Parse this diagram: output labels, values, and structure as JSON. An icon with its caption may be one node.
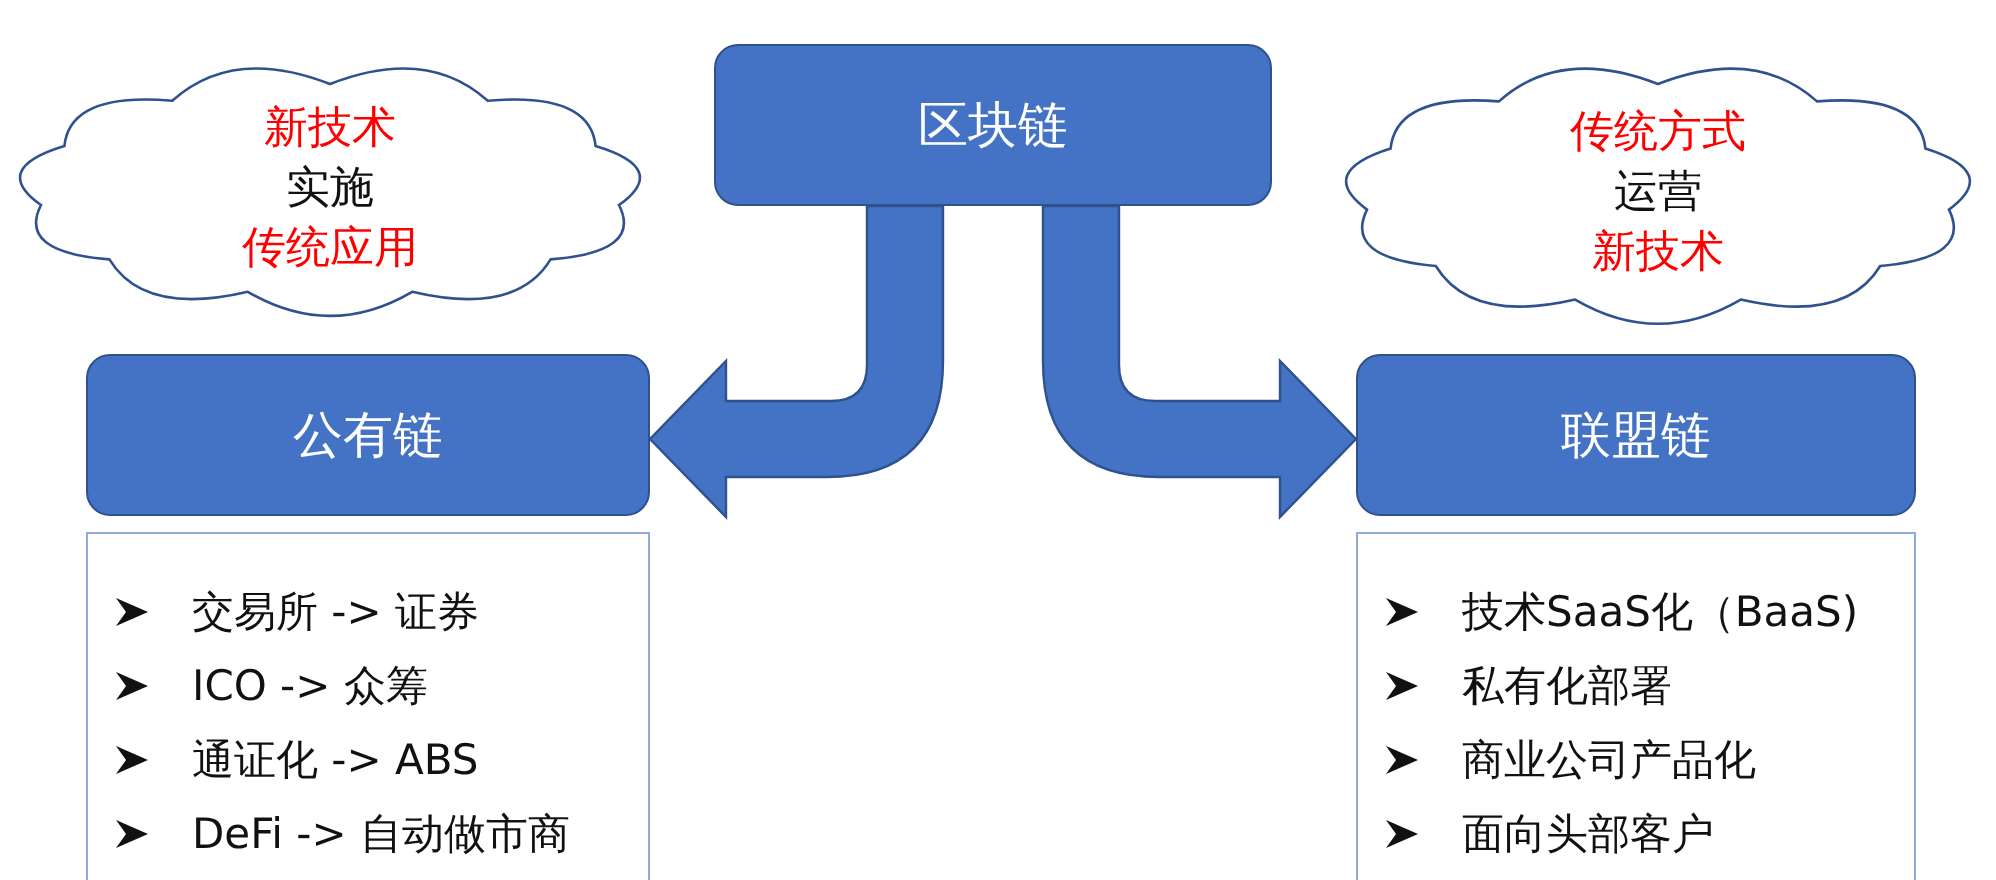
{
  "diagram": {
    "nodes": [
      {
        "text": [
          "区块链"
        ]
      },
      {
        "text": [
          "新技术",
          "实施",
          "传统应用"
        ]
      },
      {
        "text": [
          "传统方式",
          "运营",
          "新技术"
        ]
      },
      {
        "text": [
          "公有链"
        ]
      },
      {
        "text": [
          "交易所 -> 证券",
          "ICO -> 众筹",
          "通证化 -> ABS",
          "DeFi -> 自动做市商"
        ]
      },
      {
        "text": [
          "联盟链"
        ]
      },
      {
        "text": [
          "技术SaaS化（BaaS)",
          "私有化部署",
          "商业公司产品化",
          "面向头部客户"
        ]
      }
    ],
    "edges": [
      {
        "from": 0,
        "to": 3,
        "arrow": "to"
      },
      {
        "from": 0,
        "to": 5,
        "arrow": "to"
      }
    ]
  }
}
